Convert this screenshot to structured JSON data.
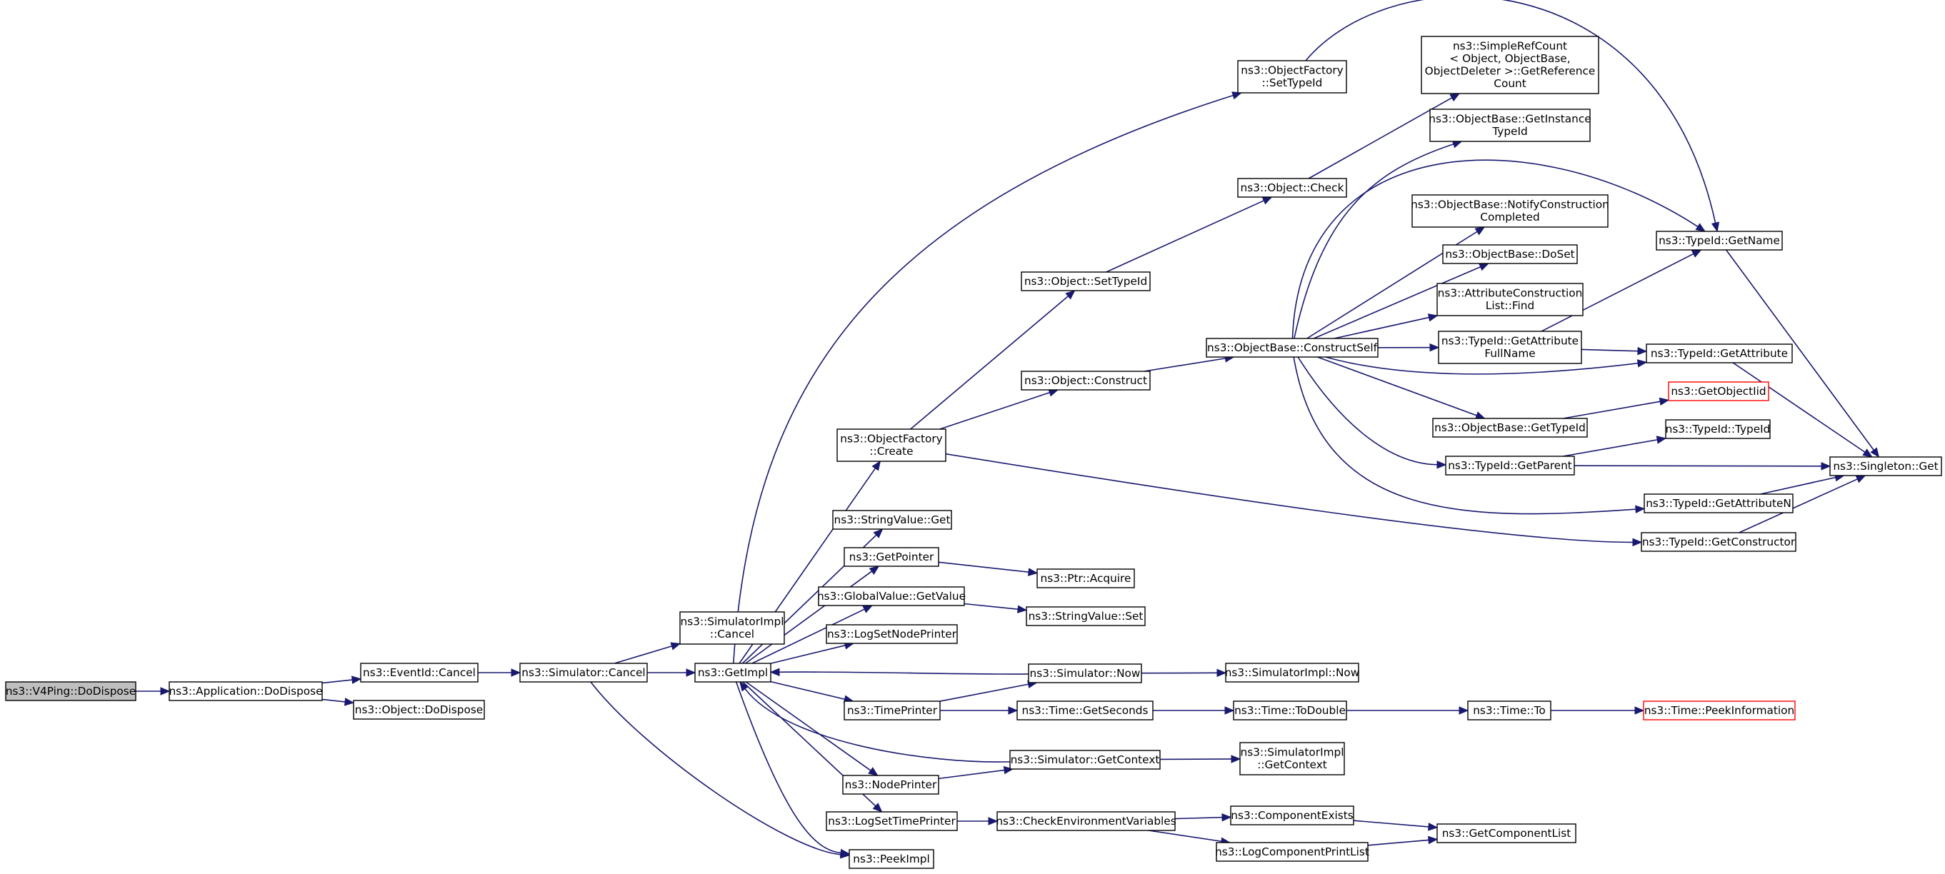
{
  "diagram": {
    "root": "ns3::V4Ping::DoDispose",
    "nodes": [
      {
        "id": "v4ping_dispose",
        "lines": [
          "ns3::V4Ping::DoDispose"
        ],
        "style": "root"
      },
      {
        "id": "app_dispose",
        "lines": [
          "ns3::Application::DoDispose"
        ]
      },
      {
        "id": "eventid_cancel",
        "lines": [
          "ns3::EventId::Cancel"
        ]
      },
      {
        "id": "object_dispose",
        "lines": [
          "ns3::Object::DoDispose"
        ]
      },
      {
        "id": "sim_cancel",
        "lines": [
          "ns3::Simulator::Cancel"
        ]
      },
      {
        "id": "simimpl_cancel",
        "lines": [
          "ns3::SimulatorImpl",
          "::Cancel"
        ]
      },
      {
        "id": "getimpl",
        "lines": [
          "ns3::GetImpl"
        ]
      },
      {
        "id": "peekimpl",
        "lines": [
          "ns3::PeekImpl"
        ]
      },
      {
        "id": "objfactory_create",
        "lines": [
          "ns3::ObjectFactory",
          "::Create"
        ]
      },
      {
        "id": "stringvalue_get",
        "lines": [
          "ns3::StringValue::Get"
        ]
      },
      {
        "id": "getpointer",
        "lines": [
          "ns3::GetPointer"
        ]
      },
      {
        "id": "globalvalue_getvalue",
        "lines": [
          "ns3::GlobalValue::GetValue"
        ]
      },
      {
        "id": "logsetnodeprinter",
        "lines": [
          "ns3::LogSetNodePrinter"
        ]
      },
      {
        "id": "timeprinter",
        "lines": [
          "ns3::TimePrinter"
        ]
      },
      {
        "id": "nodeprinter",
        "lines": [
          "ns3::NodePrinter"
        ]
      },
      {
        "id": "logsettimeprinter",
        "lines": [
          "ns3::LogSetTimePrinter"
        ]
      },
      {
        "id": "objfactory_settypeid",
        "lines": [
          "ns3::ObjectFactory",
          "::SetTypeId"
        ]
      },
      {
        "id": "object_settypeid",
        "lines": [
          "ns3::Object::SetTypeId"
        ]
      },
      {
        "id": "object_construct",
        "lines": [
          "ns3::Object::Construct"
        ]
      },
      {
        "id": "ptr_acquire",
        "lines": [
          "ns3::Ptr::Acquire"
        ]
      },
      {
        "id": "stringvalue_set",
        "lines": [
          "ns3::StringValue::Set"
        ]
      },
      {
        "id": "sim_now",
        "lines": [
          "ns3::Simulator::Now"
        ]
      },
      {
        "id": "time_getseconds",
        "lines": [
          "ns3::Time::GetSeconds"
        ]
      },
      {
        "id": "sim_getcontext",
        "lines": [
          "ns3::Simulator::GetContext"
        ]
      },
      {
        "id": "checkenvvars",
        "lines": [
          "ns3::CheckEnvironmentVariables"
        ]
      },
      {
        "id": "object_check",
        "lines": [
          "ns3::Object::Check"
        ]
      },
      {
        "id": "objbase_constructself",
        "lines": [
          "ns3::ObjectBase::ConstructSelf"
        ]
      },
      {
        "id": "simimpl_now",
        "lines": [
          "ns3::SimulatorImpl::Now"
        ]
      },
      {
        "id": "time_todouble",
        "lines": [
          "ns3::Time::ToDouble"
        ]
      },
      {
        "id": "simimpl_getcontext",
        "lines": [
          "ns3::SimulatorImpl",
          "::GetContext"
        ]
      },
      {
        "id": "componentexists",
        "lines": [
          "ns3::ComponentExists"
        ]
      },
      {
        "id": "logcomponentprintlist",
        "lines": [
          "ns3::LogComponentPrintList"
        ]
      },
      {
        "id": "simplerefcount",
        "lines": [
          "ns3::SimpleRefCount",
          "< Object, ObjectBase,",
          "ObjectDeleter >::GetReference",
          "Count"
        ]
      },
      {
        "id": "objbase_getinstancetypeid",
        "lines": [
          "ns3::ObjectBase::GetInstance",
          "TypeId"
        ]
      },
      {
        "id": "objbase_notify",
        "lines": [
          "ns3::ObjectBase::NotifyConstruction",
          "Completed"
        ]
      },
      {
        "id": "objbase_doset",
        "lines": [
          "ns3::ObjectBase::DoSet"
        ]
      },
      {
        "id": "attrconstrlist_find",
        "lines": [
          "ns3::AttributeConstruction",
          "List::Find"
        ]
      },
      {
        "id": "typeid_getattrfullname",
        "lines": [
          "ns3::TypeId::GetAttribute",
          "FullName"
        ]
      },
      {
        "id": "objbase_gettypeid",
        "lines": [
          "ns3::ObjectBase::GetTypeId"
        ]
      },
      {
        "id": "typeid_getparent",
        "lines": [
          "ns3::TypeId::GetParent"
        ]
      },
      {
        "id": "time_to",
        "lines": [
          "ns3::Time::To"
        ]
      },
      {
        "id": "getcomponentlist",
        "lines": [
          "ns3::GetComponentList"
        ]
      },
      {
        "id": "typeid_getname",
        "lines": [
          "ns3::TypeId::GetName"
        ]
      },
      {
        "id": "typeid_getattribute",
        "lines": [
          "ns3::TypeId::GetAttribute"
        ]
      },
      {
        "id": "getobjectiid",
        "lines": [
          "ns3::GetObjectIid"
        ],
        "style": "missing"
      },
      {
        "id": "typeid_typeid",
        "lines": [
          "ns3::TypeId::TypeId"
        ]
      },
      {
        "id": "typeid_getattributen",
        "lines": [
          "ns3::TypeId::GetAttributeN"
        ]
      },
      {
        "id": "typeid_getconstructor",
        "lines": [
          "ns3::TypeId::GetConstructor"
        ]
      },
      {
        "id": "time_peekinformation",
        "lines": [
          "ns3::Time::PeekInformation"
        ],
        "style": "missing"
      },
      {
        "id": "singleton_get",
        "lines": [
          "ns3::Singleton::Get"
        ]
      }
    ],
    "edges": [
      [
        "v4ping_dispose",
        "app_dispose"
      ],
      [
        "app_dispose",
        "eventid_cancel"
      ],
      [
        "app_dispose",
        "object_dispose"
      ],
      [
        "eventid_cancel",
        "sim_cancel"
      ],
      [
        "sim_cancel",
        "simimpl_cancel"
      ],
      [
        "sim_cancel",
        "getimpl"
      ],
      [
        "sim_cancel",
        "peekimpl"
      ],
      [
        "getimpl",
        "objfactory_create"
      ],
      [
        "getimpl",
        "stringvalue_get"
      ],
      [
        "getimpl",
        "getpointer"
      ],
      [
        "getimpl",
        "globalvalue_getvalue"
      ],
      [
        "getimpl",
        "logsetnodeprinter"
      ],
      [
        "getimpl",
        "timeprinter"
      ],
      [
        "getimpl",
        "nodeprinter"
      ],
      [
        "getimpl",
        "logsettimeprinter"
      ],
      [
        "getimpl",
        "peekimpl"
      ],
      [
        "getimpl",
        "objfactory_settypeid"
      ],
      [
        "sim_now",
        "getimpl"
      ],
      [
        "sim_getcontext",
        "getimpl"
      ],
      [
        "objfactory_create",
        "object_settypeid"
      ],
      [
        "objfactory_create",
        "object_construct"
      ],
      [
        "objfactory_create",
        "typeid_getconstructor"
      ],
      [
        "objfactory_settypeid",
        "typeid_getname"
      ],
      [
        "getpointer",
        "ptr_acquire"
      ],
      [
        "globalvalue_getvalue",
        "stringvalue_set"
      ],
      [
        "timeprinter",
        "sim_now"
      ],
      [
        "timeprinter",
        "time_getseconds"
      ],
      [
        "nodeprinter",
        "sim_getcontext"
      ],
      [
        "logsettimeprinter",
        "checkenvvars"
      ],
      [
        "object_settypeid",
        "object_check"
      ],
      [
        "object_construct",
        "objbase_constructself"
      ],
      [
        "object_check",
        "simplerefcount"
      ],
      [
        "sim_now",
        "simimpl_now"
      ],
      [
        "time_getseconds",
        "time_todouble"
      ],
      [
        "sim_getcontext",
        "simimpl_getcontext"
      ],
      [
        "checkenvvars",
        "componentexists"
      ],
      [
        "checkenvvars",
        "logcomponentprintlist"
      ],
      [
        "objbase_constructself",
        "objbase_getinstancetypeid"
      ],
      [
        "objbase_constructself",
        "typeid_getname"
      ],
      [
        "objbase_constructself",
        "objbase_notify"
      ],
      [
        "objbase_constructself",
        "objbase_doset"
      ],
      [
        "objbase_constructself",
        "attrconstrlist_find"
      ],
      [
        "objbase_constructself",
        "typeid_getattrfullname"
      ],
      [
        "objbase_constructself",
        "typeid_getattribute"
      ],
      [
        "objbase_constructself",
        "objbase_gettypeid"
      ],
      [
        "objbase_constructself",
        "typeid_getparent"
      ],
      [
        "objbase_constructself",
        "typeid_getattributen"
      ],
      [
        "typeid_getattrfullname",
        "typeid_getname"
      ],
      [
        "typeid_getattrfullname",
        "typeid_getattribute"
      ],
      [
        "objbase_gettypeid",
        "getobjectiid"
      ],
      [
        "typeid_getparent",
        "typeid_typeid"
      ],
      [
        "typeid_getparent",
        "singleton_get"
      ],
      [
        "time_todouble",
        "time_to"
      ],
      [
        "time_to",
        "time_peekinformation"
      ],
      [
        "componentexists",
        "getcomponentlist"
      ],
      [
        "logcomponentprintlist",
        "getcomponentlist"
      ],
      [
        "typeid_getname",
        "singleton_get"
      ],
      [
        "typeid_getattribute",
        "singleton_get"
      ],
      [
        "typeid_getattributen",
        "singleton_get"
      ],
      [
        "typeid_getconstructor",
        "singleton_get"
      ]
    ],
    "colors": {
      "edge": "#191970",
      "node_border": "#000000",
      "root_fill": "#bfbfbf",
      "missing_border": "#ff0000"
    }
  }
}
